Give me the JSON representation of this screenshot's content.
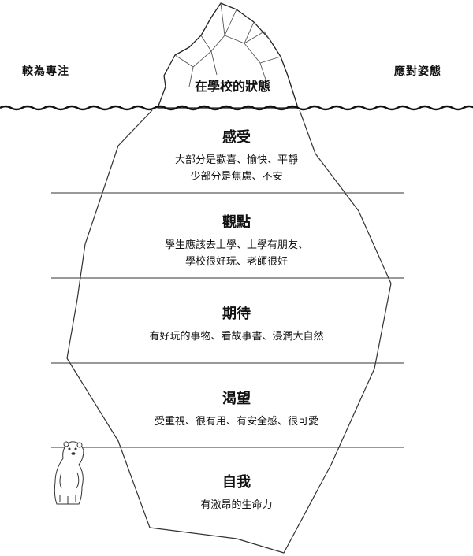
{
  "left_label": "較為專注",
  "right_label": "應對姿態",
  "tip_title": "在學校的狀態",
  "layers": [
    {
      "title": "感受",
      "lines": [
        "大部分是歡喜、愉快、平靜",
        "少部分是焦慮、不安"
      ]
    },
    {
      "title": "觀點",
      "lines": [
        "學生應該去上學、上學有朋友、",
        "學校很好玩、老師很好"
      ]
    },
    {
      "title": "期待",
      "lines": [
        "有好玩的事物、看故事書、浸潤大自然"
      ]
    },
    {
      "title": "渴望",
      "lines": [
        "受重視、很有用、有安全感、很可愛"
      ]
    },
    {
      "title": "自我",
      "lines": [
        "有激昂的生命力"
      ]
    }
  ]
}
